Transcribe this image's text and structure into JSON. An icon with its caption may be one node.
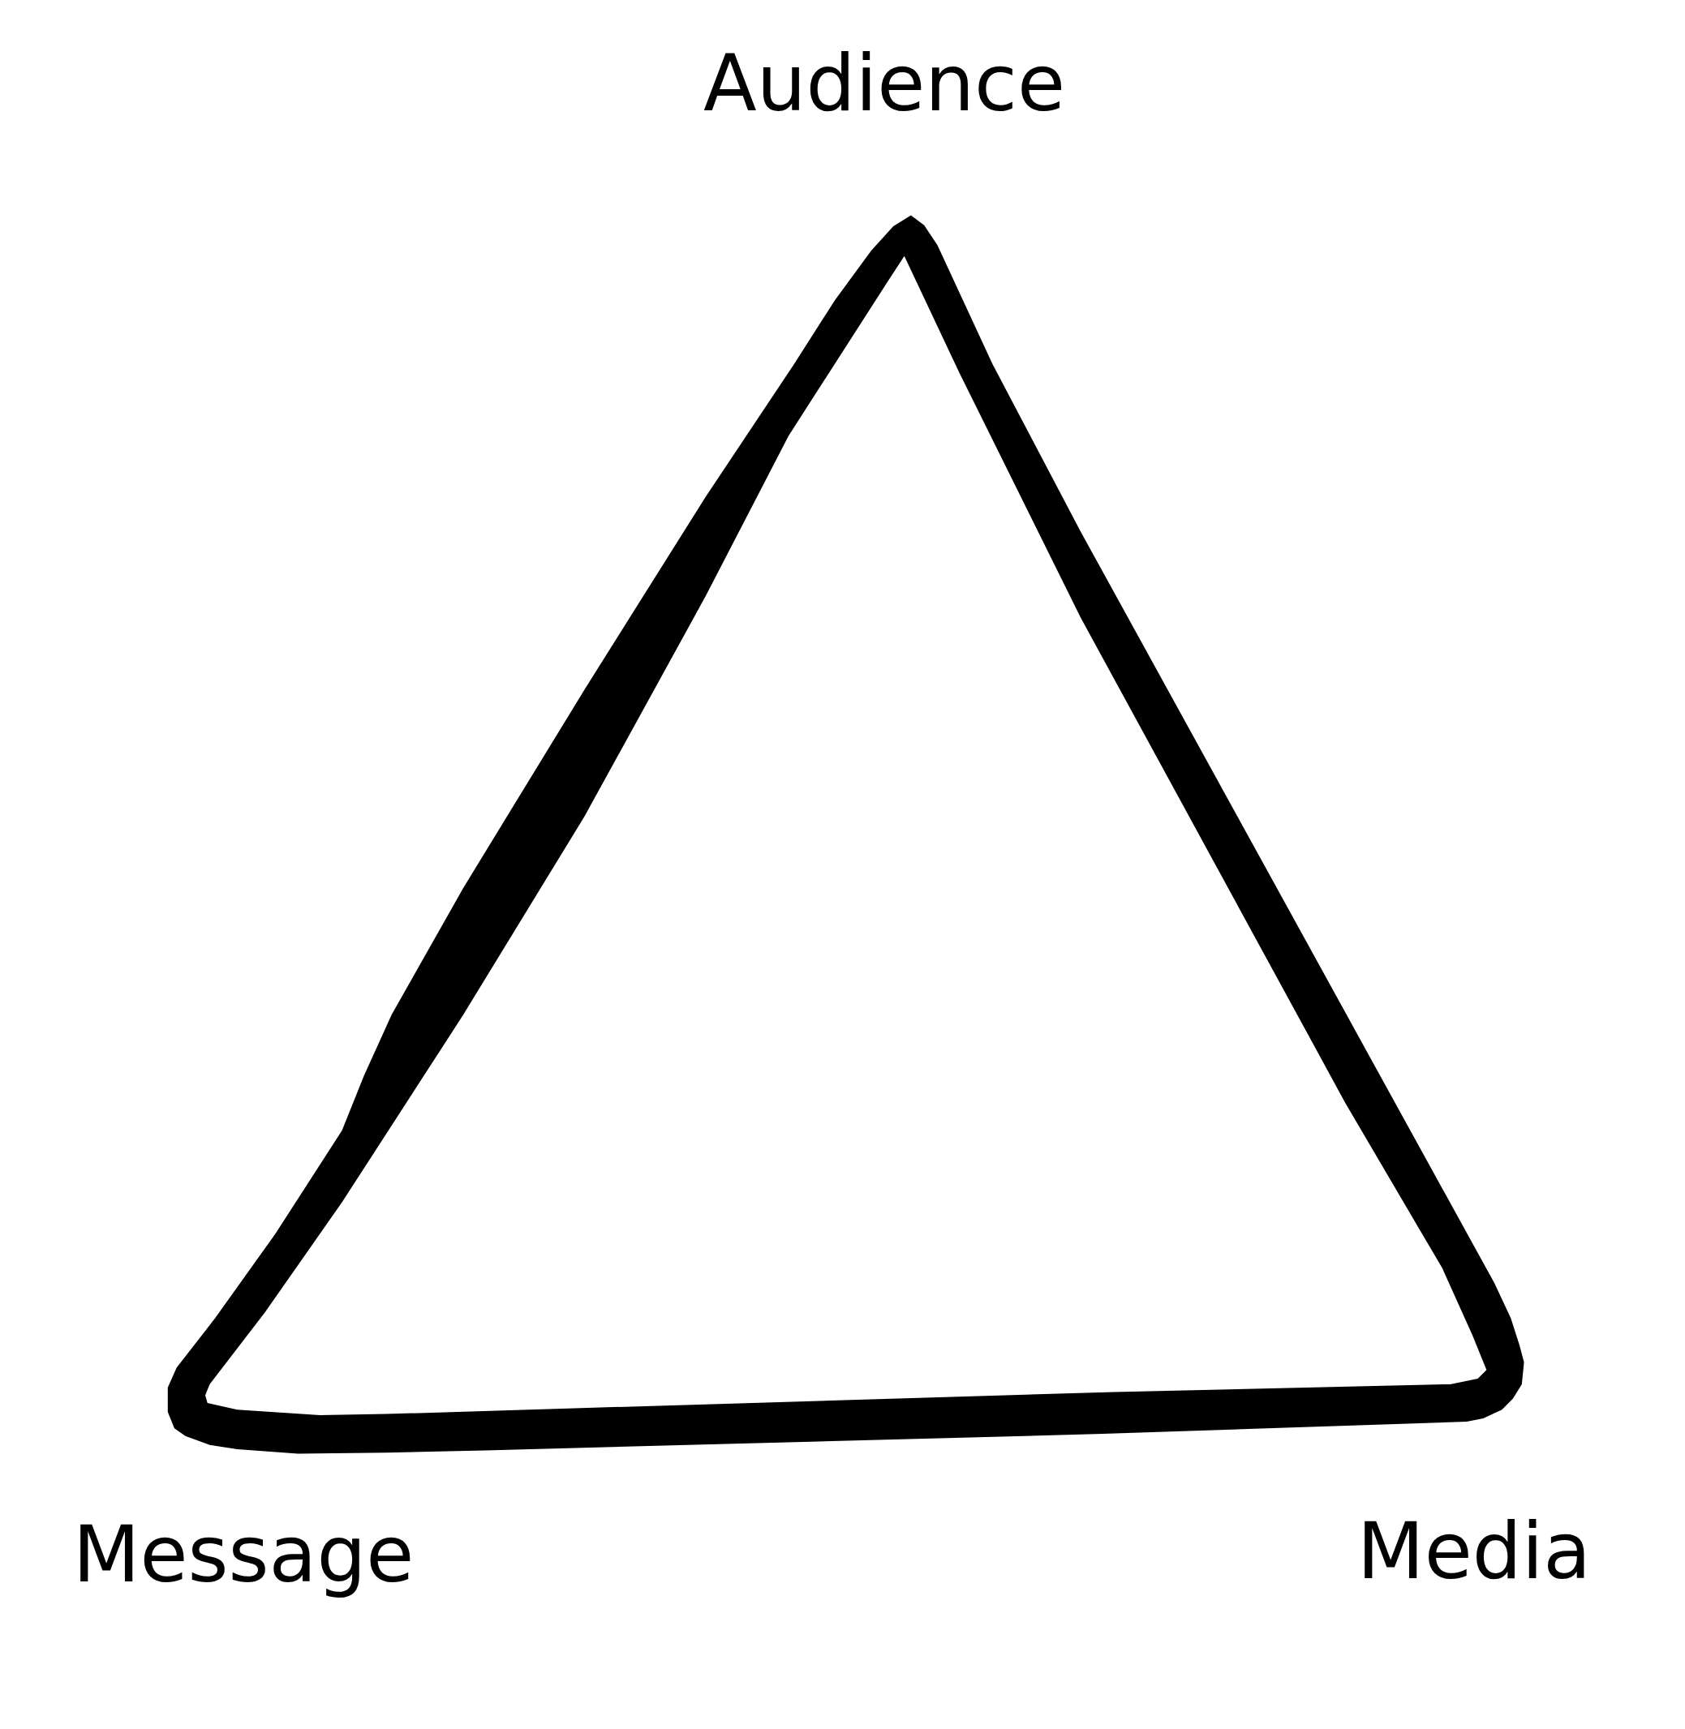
{
  "diagram": {
    "nodes": [
      {
        "text": [],
        "shape": "triangle",
        "beside": [
          "Audience",
          "Message",
          "Media"
        ]
      }
    ]
  }
}
